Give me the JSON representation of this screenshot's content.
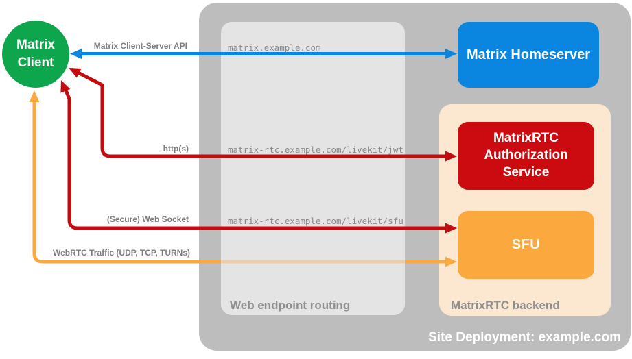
{
  "diagram_title": "Site Deployment: example.com",
  "client": {
    "label": "Matrix Client"
  },
  "homeserver": {
    "label": "Matrix Homeserver"
  },
  "backend": {
    "label": "MatrixRTC backend",
    "auth_service_label": "MatrixRTC Authorization Service",
    "sfu_label": "SFU"
  },
  "routing": {
    "label": "Web endpoint routing",
    "endpoints": [
      "matrix.example.com",
      "matrix-rtc.example.com/livekit/jwt",
      "matrix-rtc.example.com/livekit/sfu"
    ]
  },
  "arrows": {
    "client_server": {
      "label": "Matrix Client-Server API",
      "color": "#0b86e0"
    },
    "http": {
      "label": "http(s)",
      "color": "#c30b10"
    },
    "websocket": {
      "label": "(Secure) Web Socket",
      "color": "#c30b10"
    },
    "webrtc": {
      "label": "WebRTC Traffic (UDP, TCP, TURNs)",
      "color": "#fba93f"
    }
  },
  "colors": {
    "green": "#0ea64d",
    "blue": "#0b86e0",
    "red-box": "#cb0b10",
    "red-line": "#c30b10",
    "orange": "#fba93f",
    "peach": "#fce8d1",
    "outer-gray": "#bdbdbd",
    "inner-gray": "#e4e4e4"
  }
}
